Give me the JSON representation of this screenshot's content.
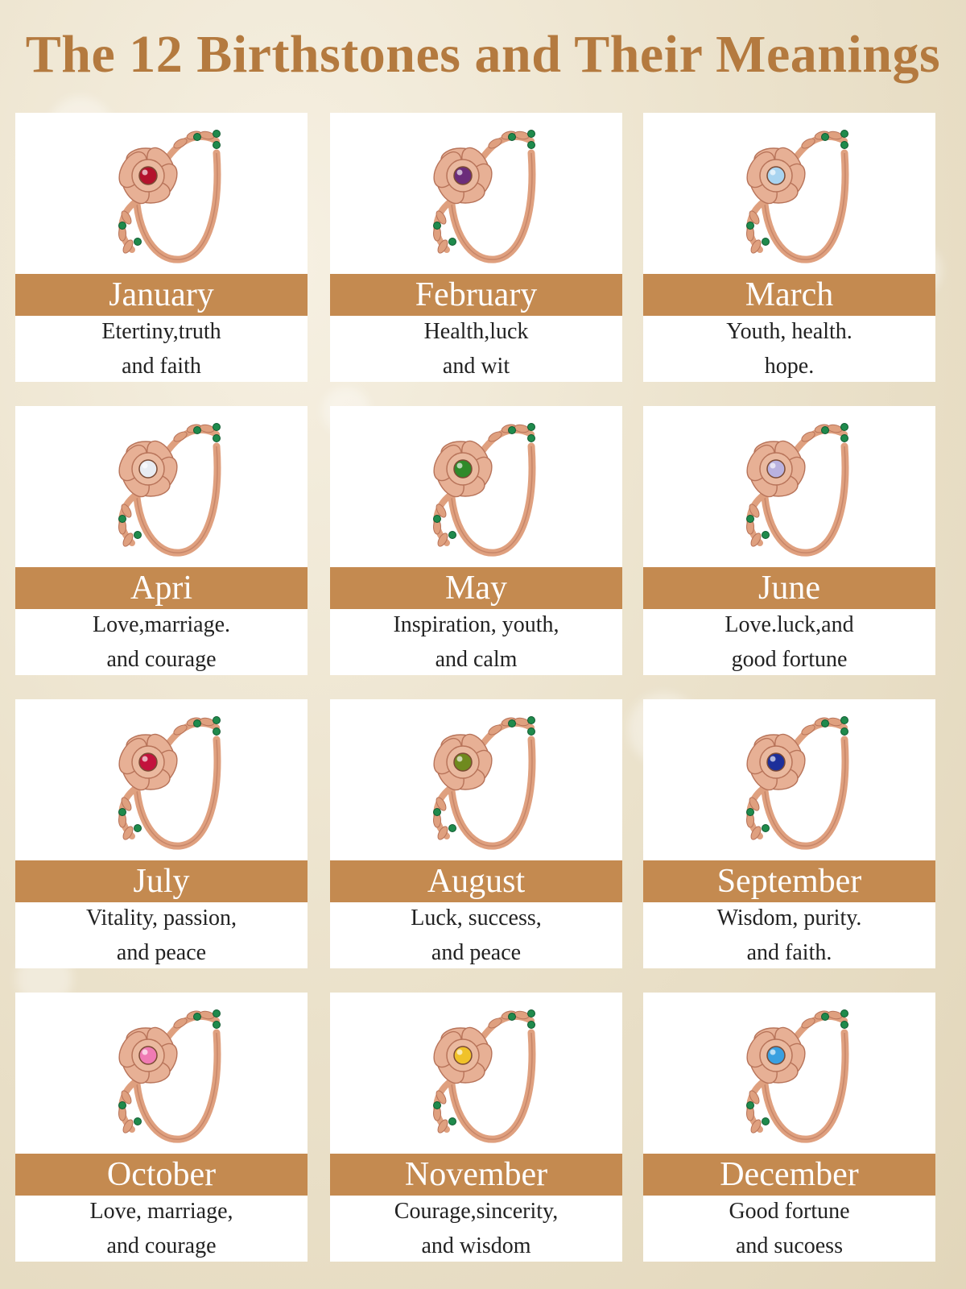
{
  "title": "The 12 Birthstones and Their Meanings",
  "colors": {
    "title": "#b47a3f",
    "band": "#c48a50",
    "gold": "#dfa07f",
    "gold_dark": "#b8745a",
    "leaf_stone": "#1f8a4c"
  },
  "months": [
    {
      "name": "January",
      "line1": "Etertiny,truth",
      "line2": "and faith",
      "stone_color": "#b3122c"
    },
    {
      "name": "February",
      "line1": "Health,luck",
      "line2": "and wit",
      "stone_color": "#6b2d7a"
    },
    {
      "name": "March",
      "line1": "Youth, health.",
      "line2": "hope.",
      "stone_color": "#a9d4f0"
    },
    {
      "name": "Apri",
      "line1": "Love,marriage.",
      "line2": "and courage",
      "stone_color": "#e8ecf2"
    },
    {
      "name": "May",
      "line1": "Inspiration, youth,",
      "line2": "and calm",
      "stone_color": "#2f8a2a"
    },
    {
      "name": "June",
      "line1": "Love.luck,and",
      "line2": "good fortune",
      "stone_color": "#b9b2e0"
    },
    {
      "name": "July",
      "line1": "Vitality, passion,",
      "line2": "and peace",
      "stone_color": "#c3123d"
    },
    {
      "name": "August",
      "line1": "Luck, success,",
      "line2": "and peace",
      "stone_color": "#6f8a1e"
    },
    {
      "name": "September",
      "line1": "Wisdom, purity.",
      "line2": "and faith.",
      "stone_color": "#1d2f9a"
    },
    {
      "name": "October",
      "line1": "Love, marriage,",
      "line2": "and courage",
      "stone_color": "#f07bb4"
    },
    {
      "name": "November",
      "line1": "Courage,sincerity,",
      "line2": "and wisdom",
      "stone_color": "#f0c22a"
    },
    {
      "name": "December",
      "line1": "Good fortune",
      "line2": "and sucoess",
      "stone_color": "#3aa0e0"
    }
  ]
}
